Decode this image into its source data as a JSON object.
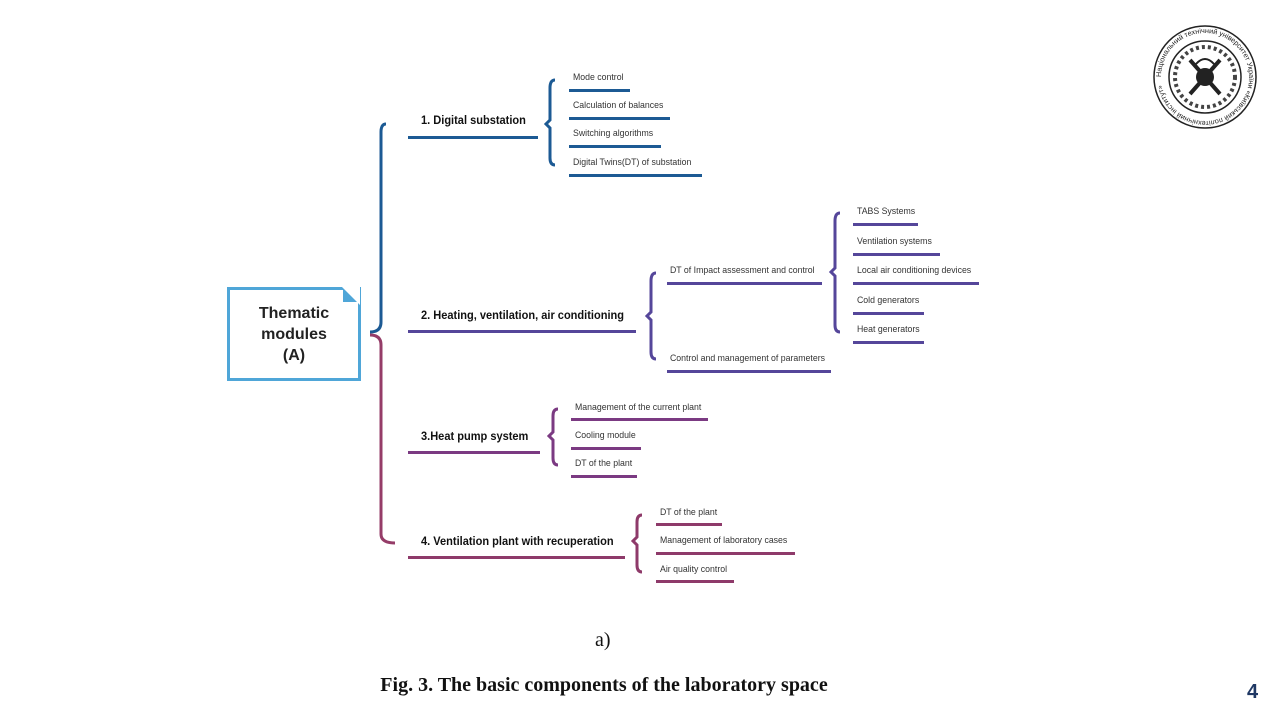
{
  "root": {
    "label_lines": [
      "Thematic",
      "modules",
      "(A)"
    ]
  },
  "colors": {
    "root_border": "#4fa6d8",
    "module1": "#1c5a94",
    "module2": "#55469a",
    "module3": "#7b3a82",
    "module4": "#8e3a6a",
    "page_number": "#1f3864"
  },
  "modules": [
    {
      "label": "1. Digital substation",
      "items": [
        "Mode control",
        "Calculation of balances",
        "Switching algorithms",
        "Digital Twins(DT) of substation"
      ]
    },
    {
      "label": "2. Heating, ventilation, air conditioning",
      "subgroups": [
        {
          "label": "DT of Impact assessment and control",
          "items": [
            "TABS Systems",
            "Ventilation systems",
            "Local air conditioning devices",
            "Cold generators",
            "Heat generators"
          ]
        },
        {
          "label": "Control and management of parameters"
        }
      ]
    },
    {
      "label": "3.Heat pump system",
      "items": [
        "Management of the current plant",
        "Cooling module",
        "DT of the plant"
      ]
    },
    {
      "label": "4. Ventilation plant with recuperation",
      "items": [
        "DT of the plant",
        "Management of laboratory cases",
        "Air quality control"
      ]
    }
  ],
  "caption": {
    "sub_label": "a)",
    "figure": "Fig. 3. The basic components of the laboratory space"
  },
  "page_number": "4",
  "logo": {
    "text": "Національний технічний університет України «Київський політехнічний інститут»",
    "icon": "university-seal-icon"
  }
}
